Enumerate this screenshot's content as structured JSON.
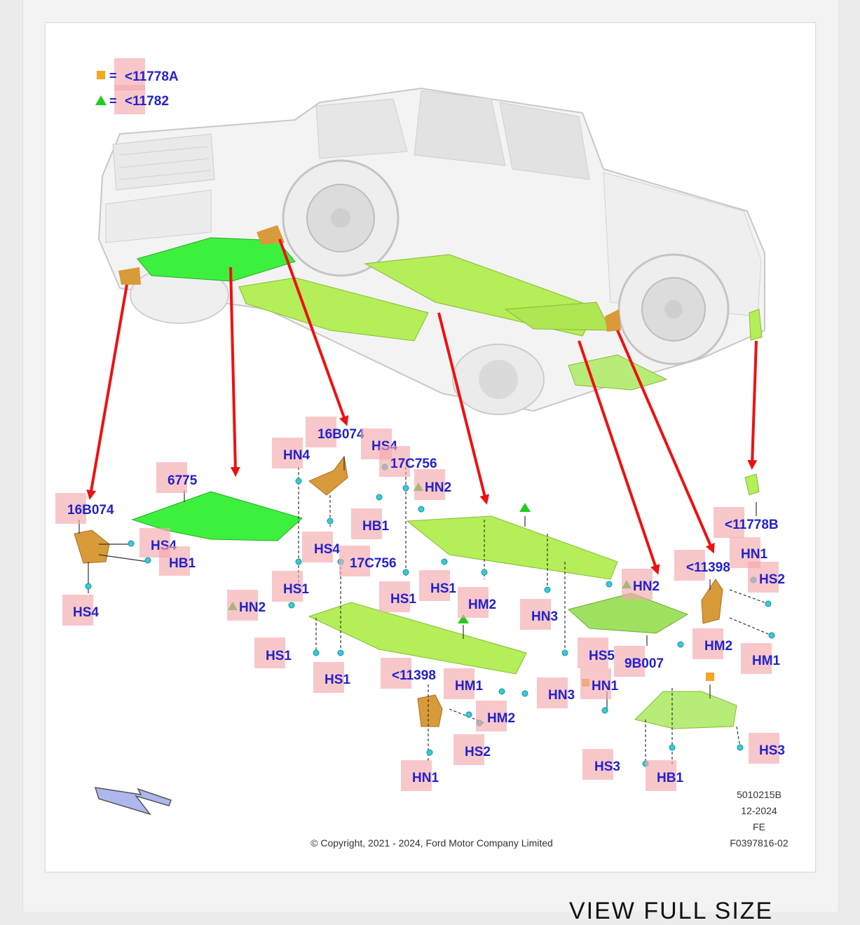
{
  "legend": [
    {
      "symbol": "square",
      "color": "#f5a623",
      "text": "<11778A"
    },
    {
      "symbol": "triangle",
      "color": "#22cc22",
      "text": "<11782"
    }
  ],
  "labels": {
    "l01": "16B074",
    "l02": "6775",
    "l03": "HS4",
    "l04": "HB1",
    "l05": "HS4",
    "l06": "HN4",
    "l07": "16B074",
    "l08": "HS4",
    "l09": "17C756",
    "l10": "HN2",
    "l11": "HB1",
    "l12": "HS4",
    "l13": "17C756",
    "l14": "HS1",
    "l15": "HS1",
    "l16": "HS1",
    "l17": "HM2",
    "l18": "HN2",
    "l19": "HS1",
    "l20": "HS1",
    "l21": "<11398",
    "l22": "HM1",
    "l23": "HM2",
    "l24": "HS2",
    "l25": "HN1",
    "l26": "HN3",
    "l27": "HN3",
    "l28": "HN2",
    "l29": "HS5",
    "l30": "9B007",
    "l31": "HN1",
    "l32": "<11398",
    "l33": "HM2",
    "l34": "HS2",
    "l35": "HN1",
    "l36": "<11778B",
    "l37": "HM1",
    "l38": "HS3",
    "l39": "HB1",
    "l40": "HS3"
  },
  "colors": {
    "label": "#2222cc",
    "highlight": "#f4a9ae",
    "arrow": "#ee1111",
    "shield_green": "#3ef03e",
    "shield_light": "#aef050",
    "bracket": "#d99a3a",
    "fastener": "#33ccdd"
  },
  "meta": {
    "code": "5010215B",
    "date": "12-2024",
    "region": "FE",
    "figure": "F0397816-02"
  },
  "copyright": "© Copyright, 2021 - 2024, Ford Motor Company Limited",
  "view_full_size": "VIEW FULL SIZE"
}
